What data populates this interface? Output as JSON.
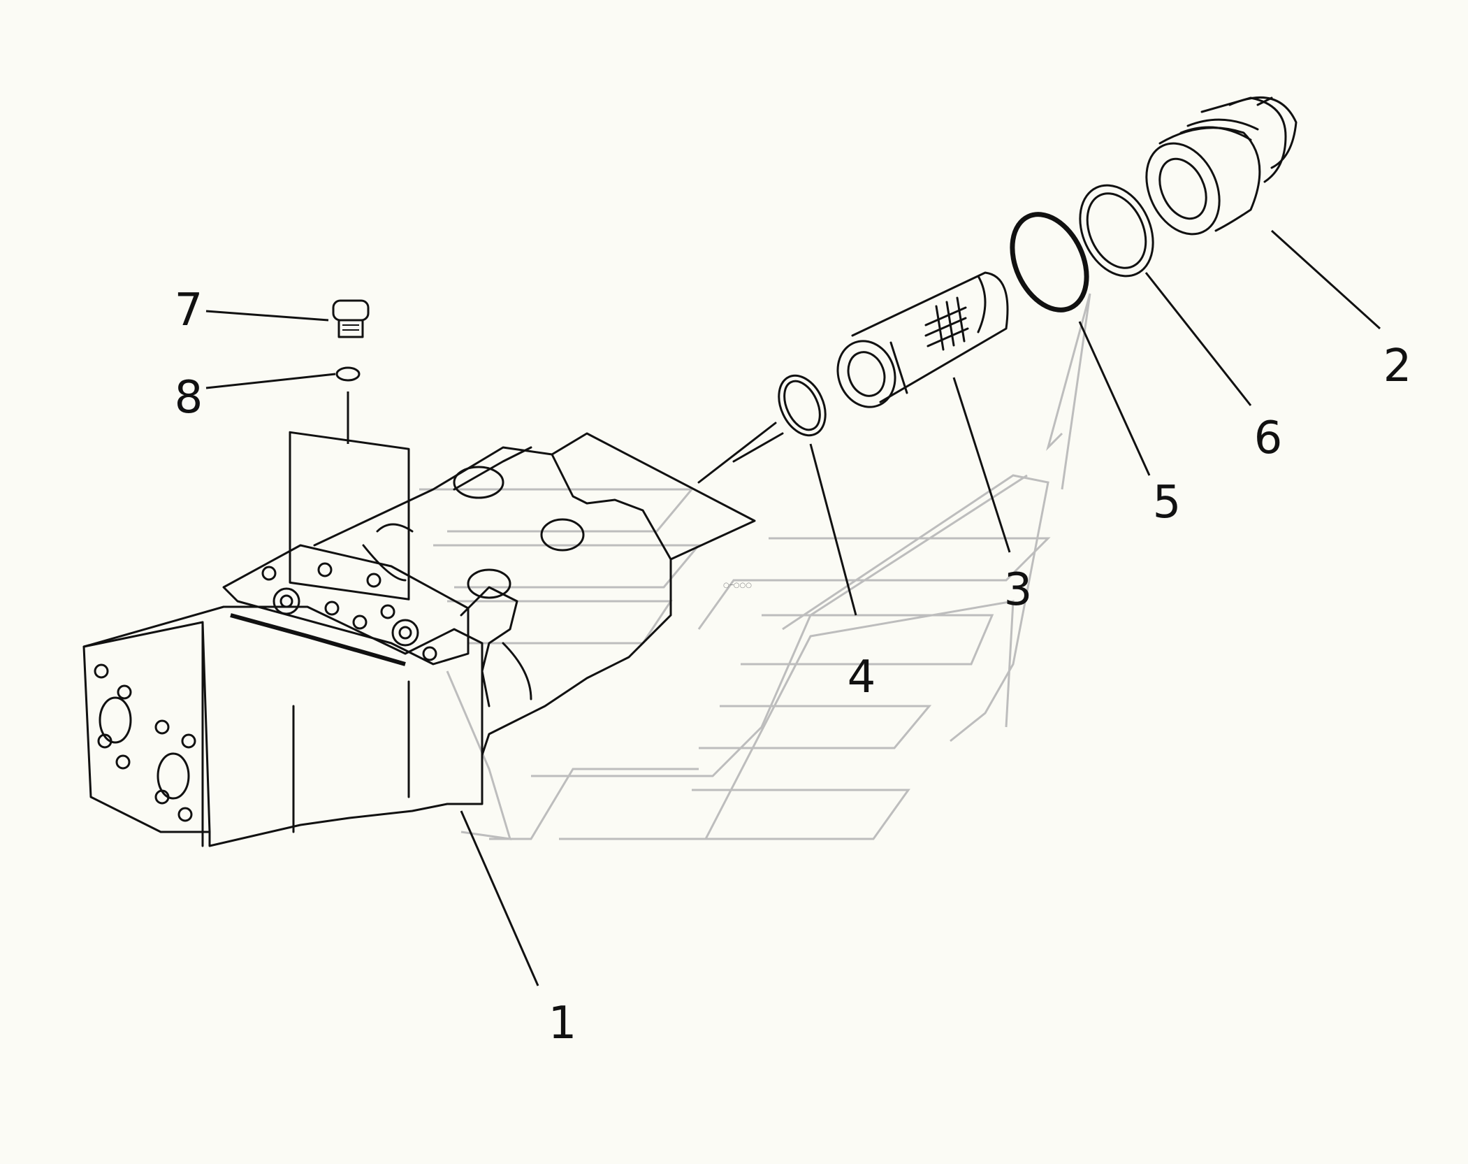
{
  "callouts": [
    {
      "id": "1",
      "label": "1"
    },
    {
      "id": "2",
      "label": "2"
    },
    {
      "id": "3",
      "label": "3"
    },
    {
      "id": "4",
      "label": "4"
    },
    {
      "id": "5",
      "label": "5"
    },
    {
      "id": "6",
      "label": "6"
    },
    {
      "id": "7",
      "label": "7"
    },
    {
      "id": "8",
      "label": "8"
    }
  ],
  "small_mark": "○─○○○"
}
